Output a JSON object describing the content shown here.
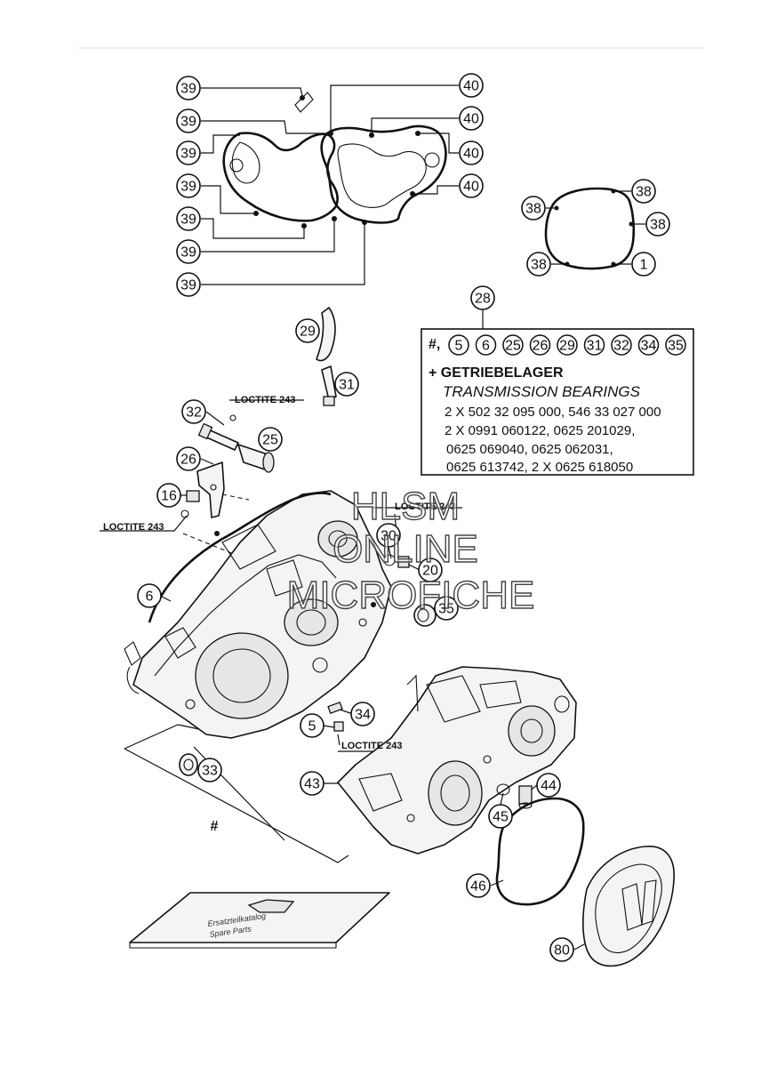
{
  "diagram": {
    "callouts": [
      "39",
      "39",
      "39",
      "39",
      "39",
      "39",
      "39",
      "40",
      "40",
      "40",
      "40",
      "38",
      "38",
      "38",
      "38",
      "1",
      "28",
      "29",
      "31",
      "32",
      "25",
      "26",
      "16",
      "30",
      "20",
      "6",
      "35",
      "34",
      "5",
      "33",
      "43",
      "44",
      "45",
      "46",
      "80"
    ],
    "loctite_labels": [
      "LOCTITE 243",
      "LOCTITE 243",
      "LOCTITE 243",
      "LOCTITE 243"
    ],
    "hash_mark": "#",
    "info_box": {
      "symbol_line_prefix": "#,",
      "symbol_numbers": [
        "5",
        "6",
        "25",
        "26",
        "29",
        "31",
        "32",
        "34",
        "35"
      ],
      "heading": "+ GETRIEBELAGER",
      "subheading": "TRANSMISSION BEARINGS",
      "lines": [
        "2 X 502 32 095 000, 546 33 027 000",
        "2 X 0991 060122, 0625 201029,",
        "0625 069040, 0625 062031,",
        "0625 613742, 2 X 0625 618050"
      ]
    },
    "book_text": [
      "Ersatzteilkatalog",
      "Spare Parts"
    ],
    "watermark": [
      "HLSM",
      "ONLINE",
      "MICROFICHE"
    ]
  }
}
